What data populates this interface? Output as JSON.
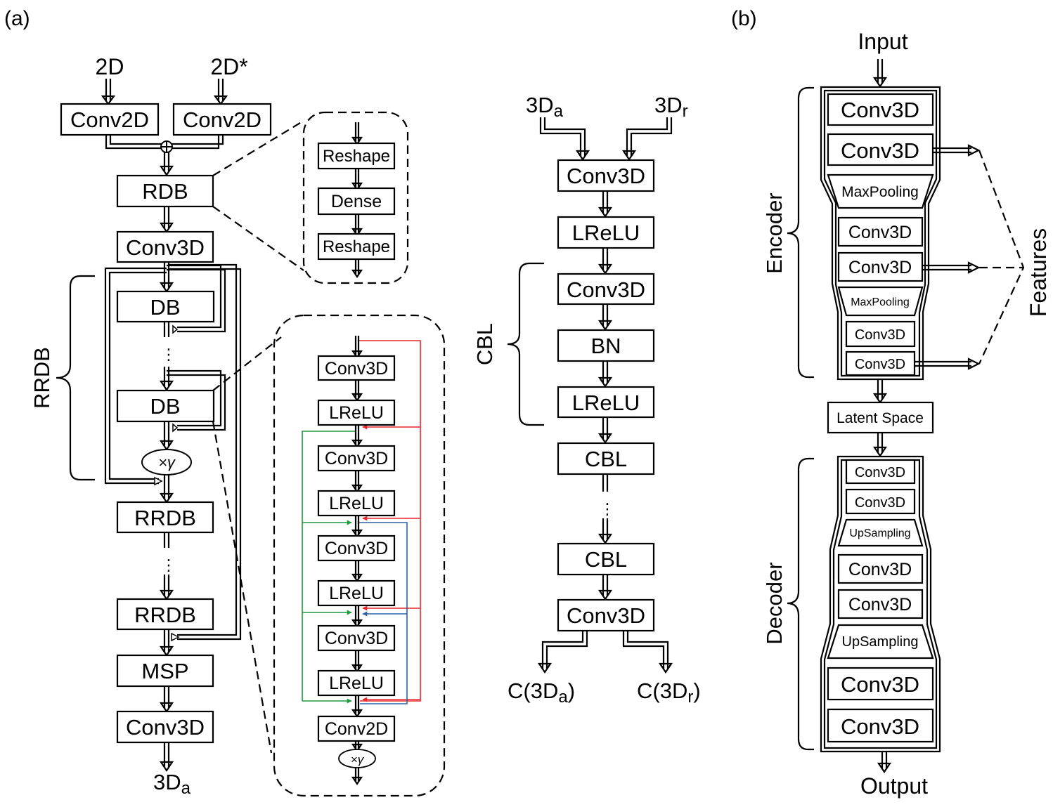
{
  "panel_a": {
    "label": "(a)",
    "generator": {
      "in_2d": "2D",
      "in_2d_star": "2D*",
      "conv2d_1": "Conv2D",
      "conv2d_2": "Conv2D",
      "rdb": "RDB",
      "conv3d_1": "Conv3D",
      "rrdb_brace_label": "RRDB",
      "db_1": "DB",
      "db_2": "DB",
      "gamma": "×γ",
      "rrdb_1": "RRDB",
      "rrdb_2": "RRDB",
      "msp": "MSP",
      "conv3d_2": "Conv3D",
      "out_base": "3D",
      "out_sub": "a"
    },
    "reshape_detail": {
      "reshape_1": "Reshape",
      "dense": "Dense",
      "reshape_2": "Reshape"
    },
    "db_detail": {
      "conv3d_1": "Conv3D",
      "lrelu_1": "LReLU",
      "conv3d_2": "Conv3D",
      "lrelu_2": "LReLU",
      "conv3d_3": "Conv3D",
      "lrelu_3": "LReLU",
      "conv3d_4": "Conv3D",
      "lrelu_4": "LReLU",
      "conv2d": "Conv2D",
      "gamma": "×γ"
    },
    "discriminator": {
      "in_a_base": "3D",
      "in_a_sub": "a",
      "in_r_base": "3D",
      "in_r_sub": "r",
      "conv3d_1": "Conv3D",
      "lrelu_1": "LReLU",
      "cbl_brace_label": "CBL",
      "conv3d_2": "Conv3D",
      "bn": "BN",
      "lrelu_2": "LReLU",
      "cbl_1": "CBL",
      "cbl_2": "CBL",
      "conv3d_3": "Conv3D",
      "out_a_pre": "C(3D",
      "out_a_sub": "a",
      "out_a_post": ")",
      "out_r_pre": "C(3D",
      "out_r_sub": "r",
      "out_r_post": ")"
    }
  },
  "panel_b": {
    "label": "(b)",
    "input": "Input",
    "encoder_label": "Encoder",
    "enc_conv3d_1": "Conv3D",
    "enc_conv3d_2": "Conv3D",
    "enc_maxpool_1": "MaxPooling",
    "enc_conv3d_3": "Conv3D",
    "enc_conv3d_4": "Conv3D",
    "enc_maxpool_2": "MaxPooling",
    "enc_conv3d_5": "Conv3D",
    "enc_conv3d_6": "Conv3D",
    "features_label": "Features",
    "latent": "Latent Space",
    "decoder_label": "Decoder",
    "dec_conv3d_1": "Conv3D",
    "dec_conv3d_2": "Conv3D",
    "dec_upsampling_1": "UpSampling",
    "dec_conv3d_3": "Conv3D",
    "dec_conv3d_4": "Conv3D",
    "dec_upsampling_2": "UpSampling",
    "dec_conv3d_5": "Conv3D",
    "dec_conv3d_6": "Conv3D",
    "output": "Output"
  }
}
